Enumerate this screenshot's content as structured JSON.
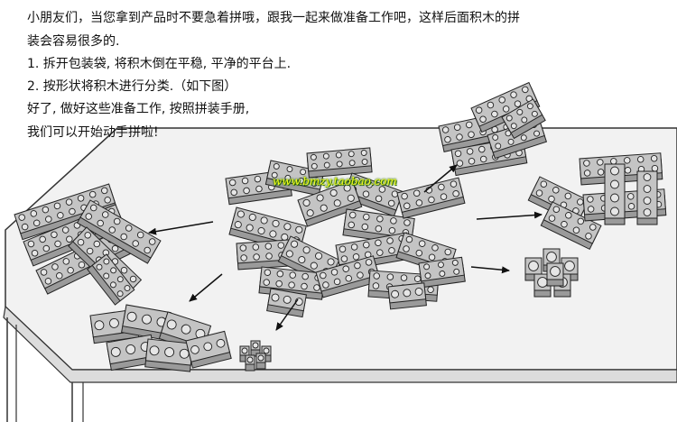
{
  "instructions": [
    "小朋友们，当您拿到产品时不要急着拼哦，跟我一起来做准备工作吧，这样后面积木的拼",
    "装会容易很多的.",
    "1. 拆开包装袋, 将积木倒在平稳, 平净的平台上.",
    "2. 按形状将积木进行分类.（如下图）",
    "好了, 做好这些准备工作, 按照拼装手册,",
    "我们可以开始动手拼啦!"
  ],
  "watermark": "www.bmzy.taobao.com",
  "illustration": {
    "table_color": "#f2f2f2",
    "brick_color": "#9a9a9a",
    "brick_top_color": "#c4c4c4",
    "outline_color": "#222222",
    "icons": [
      "brick-pile",
      "sorting-arrow",
      "brick-group"
    ]
  }
}
